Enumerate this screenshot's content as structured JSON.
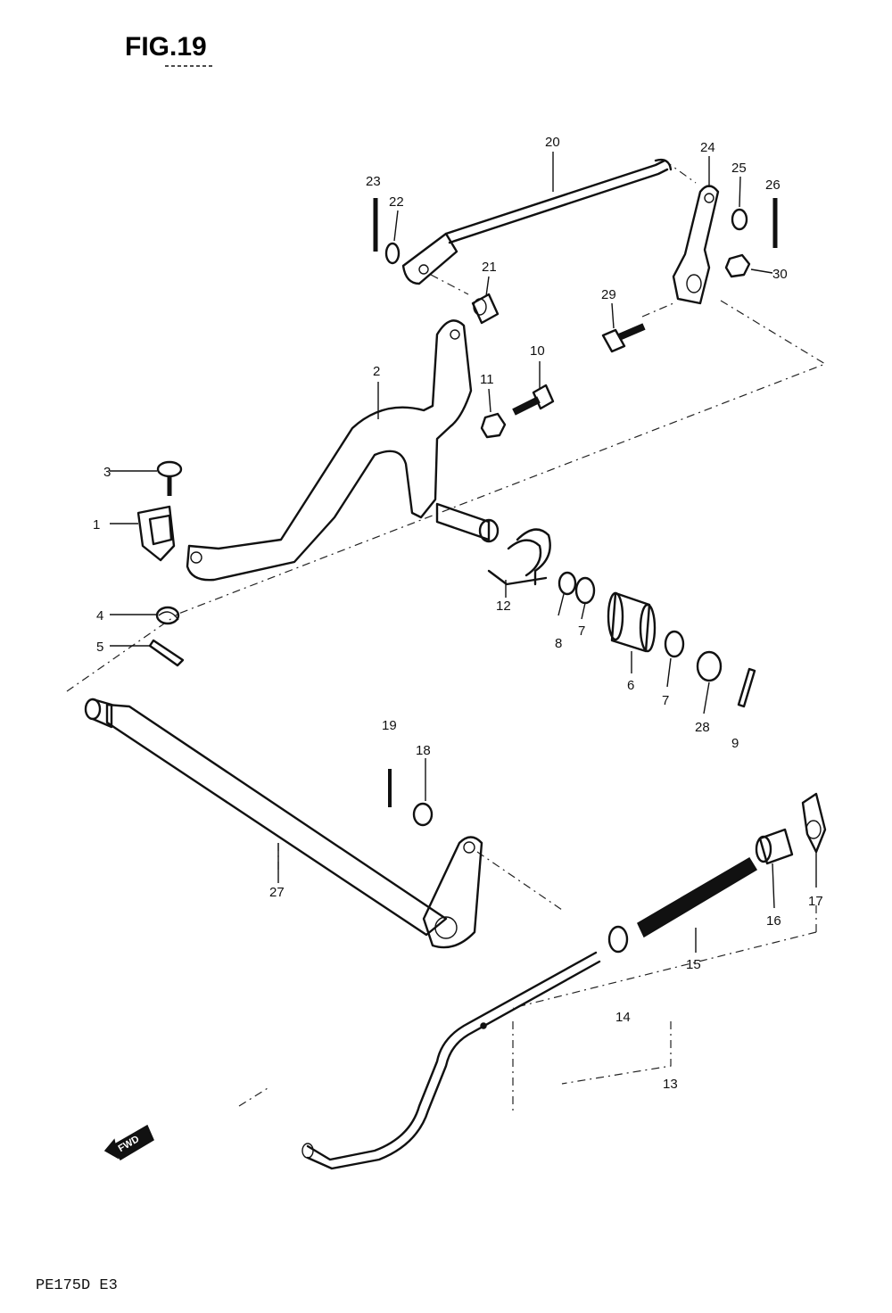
{
  "figure": {
    "title": "FIG.19",
    "footer": "PE175D E3",
    "fwd_label": "FWD"
  },
  "callouts": [
    {
      "id": "c1",
      "text": "1"
    },
    {
      "id": "c2",
      "text": "2"
    },
    {
      "id": "c3",
      "text": "3"
    },
    {
      "id": "c4",
      "text": "4"
    },
    {
      "id": "c5",
      "text": "5"
    },
    {
      "id": "c6",
      "text": "6"
    },
    {
      "id": "c7a",
      "text": "7"
    },
    {
      "id": "c7b",
      "text": "7"
    },
    {
      "id": "c8",
      "text": "8"
    },
    {
      "id": "c9",
      "text": "9"
    },
    {
      "id": "c10",
      "text": "10"
    },
    {
      "id": "c11",
      "text": "11"
    },
    {
      "id": "c12",
      "text": "12"
    },
    {
      "id": "c13",
      "text": "13"
    },
    {
      "id": "c14",
      "text": "14"
    },
    {
      "id": "c15",
      "text": "15"
    },
    {
      "id": "c16",
      "text": "16"
    },
    {
      "id": "c17",
      "text": "17"
    },
    {
      "id": "c18",
      "text": "18"
    },
    {
      "id": "c19",
      "text": "19"
    },
    {
      "id": "c20",
      "text": "20"
    },
    {
      "id": "c21",
      "text": "21"
    },
    {
      "id": "c22",
      "text": "22"
    },
    {
      "id": "c23",
      "text": "23"
    },
    {
      "id": "c24",
      "text": "24"
    },
    {
      "id": "c25",
      "text": "25"
    },
    {
      "id": "c26",
      "text": "26"
    },
    {
      "id": "c27",
      "text": "27"
    },
    {
      "id": "c28",
      "text": "28"
    },
    {
      "id": "c29",
      "text": "29"
    },
    {
      "id": "c30",
      "text": "30"
    }
  ]
}
